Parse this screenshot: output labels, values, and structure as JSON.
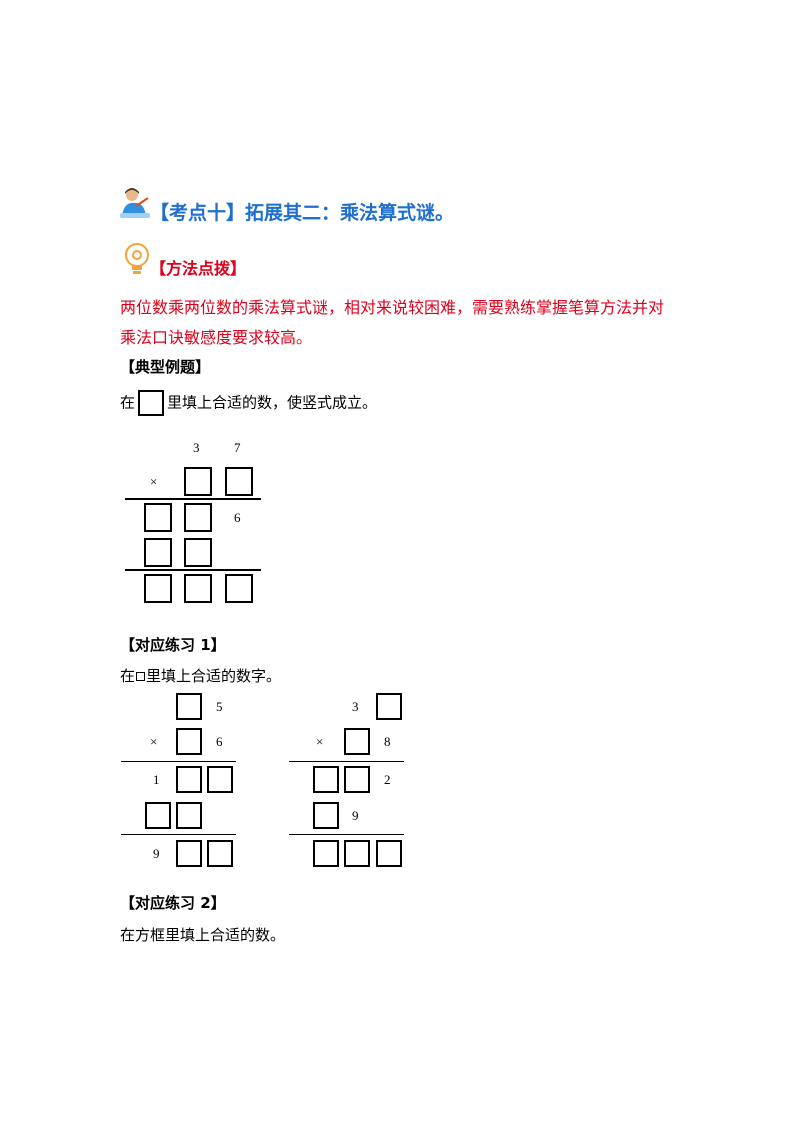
{
  "title": "【考点十】拓展其二：乘法算式谜。",
  "method_label": "【方法点拨】",
  "method_lines": [
    "两位数乘两位数的乘法算式谜，相对来说较困难，需要熟练掌握笔算方法并对",
    "乘法口诀敏感度要求较高。"
  ],
  "example": {
    "heading": "【典型例题】",
    "instruction_before": "在",
    "instruction_after": "里填上合适的数，使竖式成立。",
    "digits": {
      "a_tens": "3",
      "a_ones": "7",
      "times": "×",
      "p1_ones": "6"
    }
  },
  "practice1": {
    "heading": "【对应练习 1】",
    "instruction_before": "在",
    "instruction_after": "里填上合适的数字。",
    "left": {
      "a_ones": "5",
      "times": "×",
      "b_ones": "6",
      "p1_hundreds": "1",
      "result_hundreds": "9"
    },
    "right": {
      "a_tens": "3",
      "times": "×",
      "b_ones": "8",
      "p1_ones": "2",
      "p2_tens": "9"
    }
  },
  "practice2": {
    "heading": "【对应练习 2】",
    "instruction": "在方框里填上合适的数。"
  }
}
